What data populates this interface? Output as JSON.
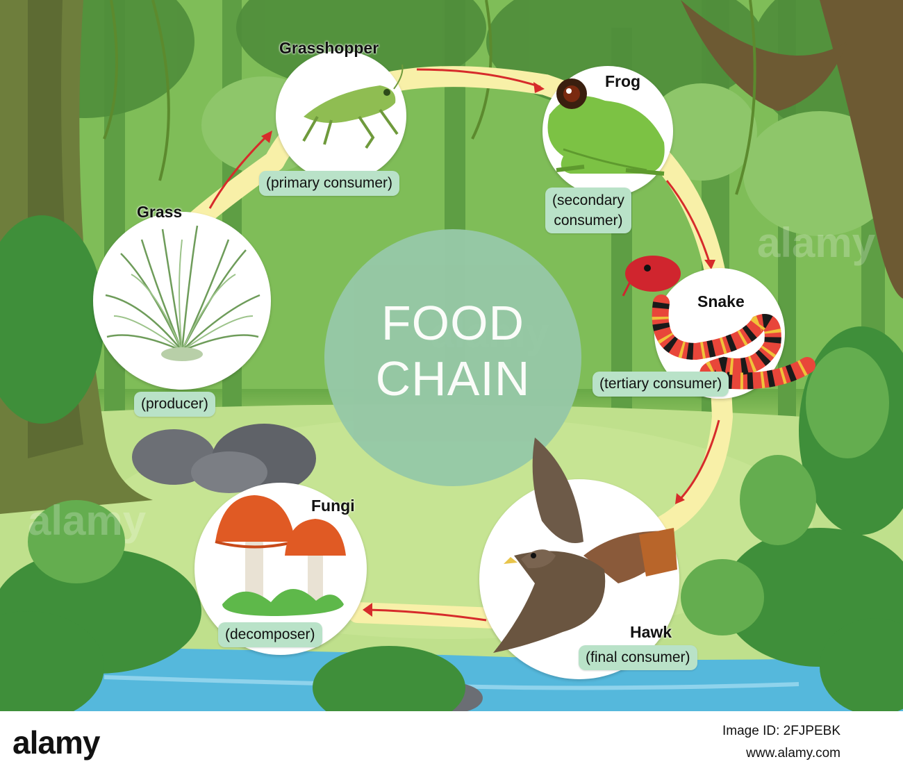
{
  "title": {
    "line1": "FOOD",
    "line2": "CHAIN"
  },
  "nodes": [
    {
      "name": "Grass",
      "role": "(producer)",
      "icon": "grass-icon"
    },
    {
      "name": "Grasshopper",
      "role": "(primary consumer)",
      "icon": "grasshopper-icon"
    },
    {
      "name": "Frog",
      "role_lines": [
        "(secondary",
        "consumer)"
      ],
      "icon": "frog-icon"
    },
    {
      "name": "Snake",
      "role": "(tertiary consumer)",
      "icon": "snake-icon"
    },
    {
      "name": "Hawk",
      "role": "(final consumer)",
      "icon": "hawk-icon"
    },
    {
      "name": "Fungi",
      "role": "(decomposer)",
      "icon": "mushroom-icon"
    }
  ],
  "footer": {
    "wordmark": "alamy",
    "image_id": "Image ID: 2FJPEBK",
    "site": "www.alamy.com"
  },
  "watermark": "alamy",
  "colors": {
    "label_bg": "#b9e2c8",
    "center_circle": "#96c8a6",
    "arrow": "#d62b2b",
    "ring": "#f8f0a8"
  }
}
